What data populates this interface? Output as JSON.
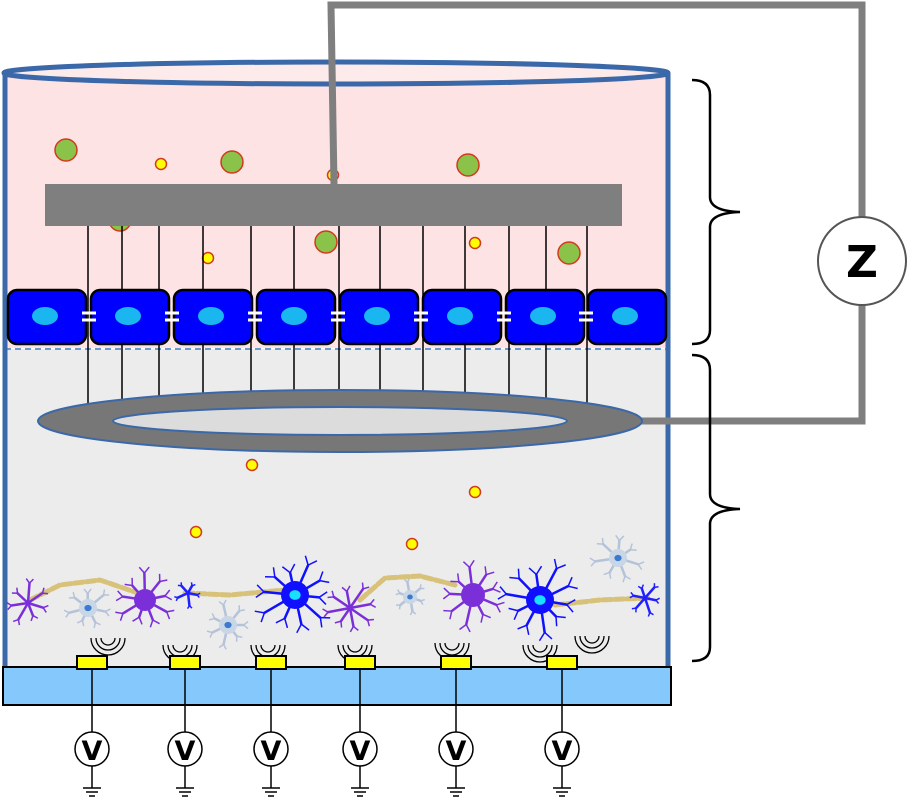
{
  "impedance_meter": {
    "label": "Z"
  },
  "voltmeters": [
    {
      "label": "V"
    },
    {
      "label": "V"
    },
    {
      "label": "V"
    },
    {
      "label": "V"
    },
    {
      "label": "V"
    },
    {
      "label": "V"
    }
  ],
  "colors": {
    "apical_fluid": "#fde3e3",
    "basal_fluid": "#ececec",
    "vessel_outline": "#3a68a8",
    "electrode_gray": "#7f7f7f",
    "cell_blue": "#0000ff",
    "nucleus": "#19b6f0",
    "large_particle": "#8bc34a",
    "small_particle": "#ffff00",
    "particle_outline": "#d23a1e",
    "mea_base": "#85c8fc",
    "mea_pad": "#ffff00"
  }
}
